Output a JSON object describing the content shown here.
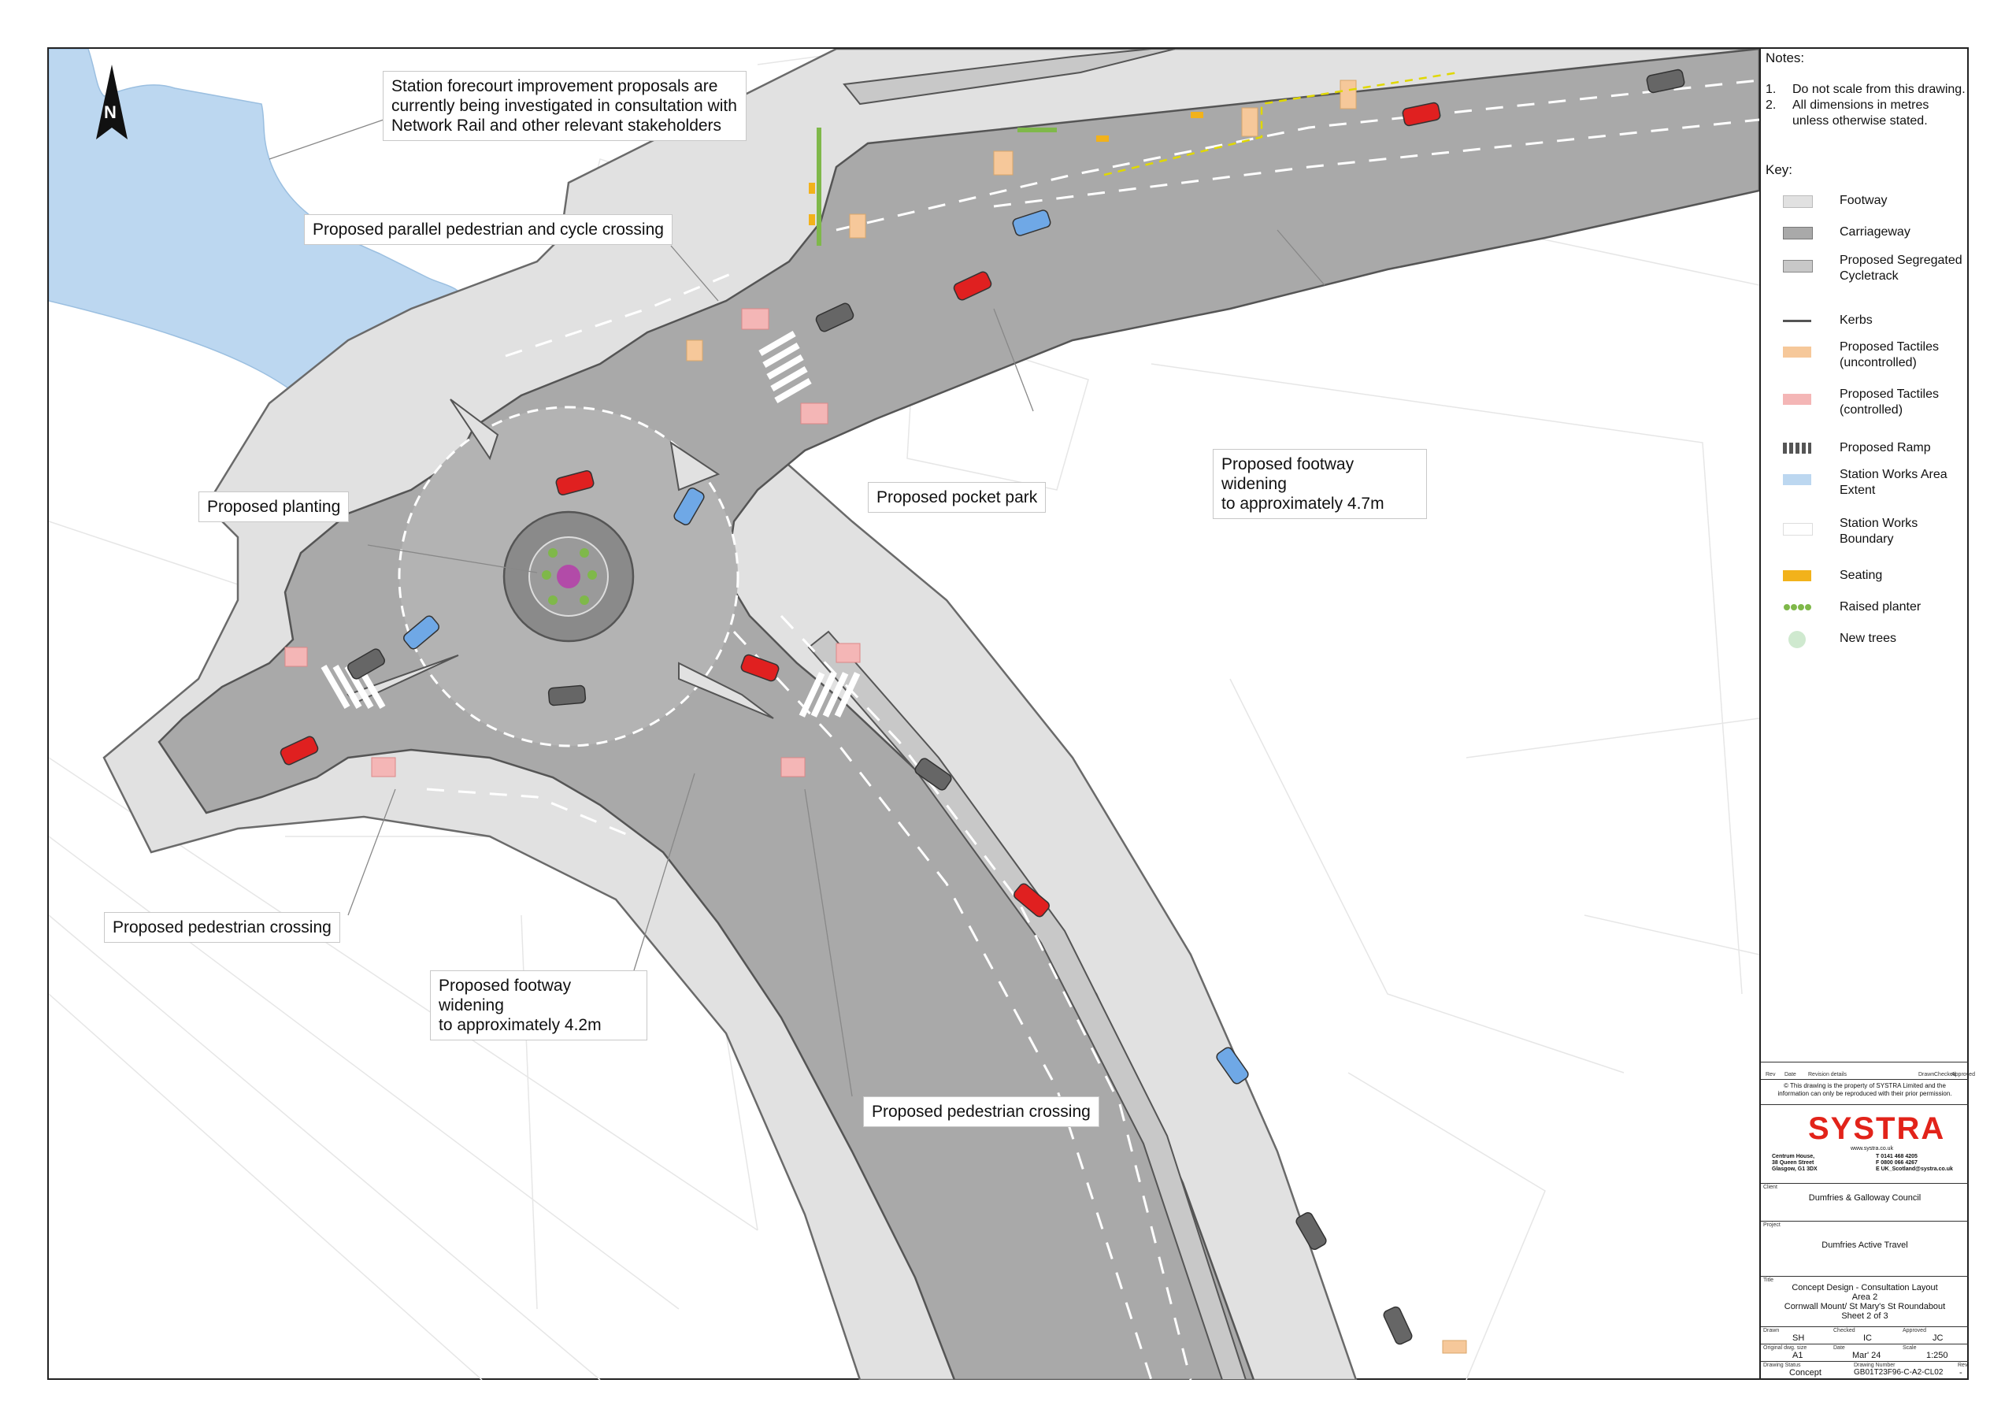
{
  "north_label": "N",
  "callouts": {
    "station_forecourt": "Station forecourt improvement proposals are\ncurrently being investigated in consultation with\nNetwork Rail and other relevant stakeholders",
    "parallel_crossing": "Proposed parallel pedestrian and cycle crossing",
    "planting": "Proposed planting",
    "pocket_park": "Proposed pocket park",
    "footway_47": "Proposed footway widening\nto approximately 4.7m",
    "ped_crossing_left": "Proposed pedestrian crossing",
    "footway_42": "Proposed footway widening\nto approximately 4.2m",
    "ped_crossing_bottom": "Proposed pedestrian crossing"
  },
  "notes": {
    "title": "Notes:",
    "items": [
      {
        "num": "1.",
        "text": "Do not scale from this drawing."
      },
      {
        "num": "2.",
        "text": "All dimensions in metres unless otherwise stated."
      }
    ]
  },
  "key": {
    "title": "Key:",
    "items": [
      {
        "label": "Footway",
        "color": "#e1e1e1"
      },
      {
        "label": "Carriageway",
        "color": "#a9a9a9"
      },
      {
        "label": "Proposed Segregated Cycletrack",
        "color": "#c8c8c8"
      },
      {
        "label": "Kerbs",
        "color": "#555555"
      },
      {
        "label": "Proposed Tactiles (uncontrolled)",
        "color": "#f6c89a"
      },
      {
        "label": "Proposed Tactiles (controlled)",
        "color": "#f4b6b6"
      },
      {
        "label": "Proposed Ramp",
        "color": "#555555"
      },
      {
        "label": "Station Works Area Extent",
        "color": "#bcd7f0"
      },
      {
        "label": "Station Works Boundary",
        "color": "#ffffff"
      },
      {
        "label": "Seating",
        "color": "#f2b21b"
      },
      {
        "label": "Raised planter",
        "color": "#7fb84a"
      },
      {
        "label": "New trees",
        "color": "#cfe9cf"
      }
    ]
  },
  "titleblock": {
    "rev_headers": [
      "Rev",
      "Date",
      "Revision details",
      "Drawn",
      "Checked",
      "Approved"
    ],
    "copyright": "© This drawing is the property of SYSTRA Limited and the information can only be reproduced with their prior permission.",
    "logo": "SYSTRA",
    "website": "www.systra.co.uk",
    "address": [
      "Centrum House,",
      "38 Queen Street",
      "Glasgow, G1 3DX"
    ],
    "contact": [
      "T  0141 468 4205",
      "F  0800 066 4267",
      "E  UK_Scotland@systra.co.uk"
    ],
    "client_label": "Client",
    "client": "Dumfries & Galloway Council",
    "project_label": "Project",
    "project": "Dumfries Active Travel",
    "title_label": "Title",
    "title_lines": [
      "Concept Design - Consultation Layout",
      "Area 2",
      "Cornwall Mount/ St Mary's St Roundabout",
      "Sheet 2 of 3"
    ],
    "drawn_label": "Drawn",
    "drawn": "SH",
    "checked_label": "Checked",
    "checked": "IC",
    "approved_label": "Approved",
    "approved": "JC",
    "size_label": "Original dwg. size",
    "size": "A1",
    "date_label": "Date",
    "date": "Mar' 24",
    "scale_label": "Scale",
    "scale": "1:250",
    "status_label": "Drawing Status",
    "status": "Concept",
    "number_label": "Drawing Number",
    "number": "GB01T23F96-C-A2-CL02",
    "rev_label": "Rev",
    "rev": "-"
  }
}
